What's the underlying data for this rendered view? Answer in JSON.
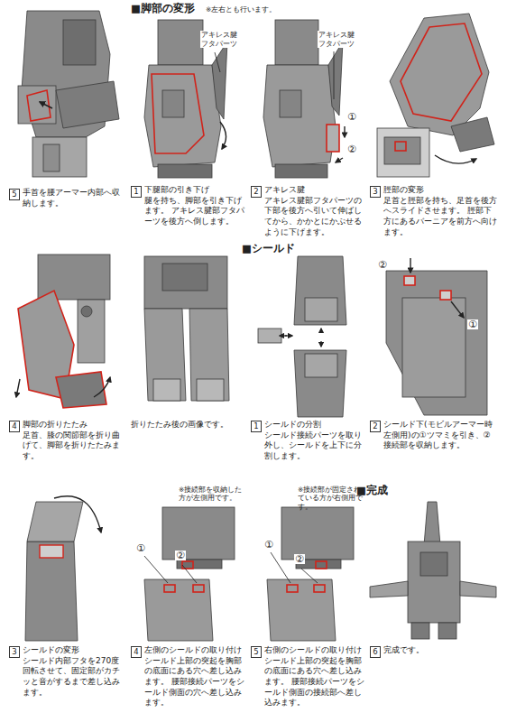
{
  "diagram": {
    "nodes": [
      {
        "text": [
          "5",
          "手首を腰アーマー内部へ収納します。"
        ]
      },
      {
        "text": [
          "1",
          "下腿部の引き下げ",
          "腿を持ち、脚部を引き下げます。 アキレス腱部フタパーツを後方へ倒します。"
        ]
      },
      {
        "text": [
          "2",
          "アキレス腱",
          "アキレス腱部フタパーツの下部を後方へ引いて伸ばしてから、かかとにかぶせるように下げます。"
        ]
      },
      {
        "text": [
          "3",
          "脛部の変形",
          "足首と脛部を持ち、足首を後方へスライドさせます。 脛部下方にあるバーニアを前方へ向けます。"
        ]
      },
      {
        "text": [
          "4",
          "脚部の折りたたみ",
          "足首、膝の関節部を折り曲げて、脚部を折りたたみます。"
        ]
      },
      {
        "text": [
          "折りたたみ後の画像です。"
        ]
      },
      {
        "text": [
          "1",
          "シールドの分割",
          "シールド接続パーツを取り外し、シールドを上下に分割します。"
        ]
      },
      {
        "text": [
          "2",
          "シールド下(モビルアーマー時左側用)の①ツマミを引き、②接続部を収納します。"
        ]
      },
      {
        "text": [
          "3",
          "シールドの変形",
          "シールド内部フタを270度回転させて、固定部がカチッと音がするまで差し込みます。"
        ]
      },
      {
        "text": [
          "4",
          "左側のシールドの取り付け",
          "シールド上部の突起を胸部の底面にある穴へ差し込みます。 腰部接続パーツをシールド側面の穴へ差し込みます。"
        ]
      },
      {
        "text": [
          "5",
          "右側のシールドの取り付け",
          "シールド上部の突起を胸部の底面にある穴へ差し込みます。 腰部接続パーツをシールド側面の接続部へ差し込みます。"
        ]
      },
      {
        "text": [
          "6",
          "完成です。"
        ]
      }
    ],
    "labels": [
      "■脚部の変形",
      "※左右とも行います。",
      "アキレス腱 フタパーツ",
      "アキレス腱 フタパーツ",
      "①",
      "②",
      "■シールド",
      "②",
      "①",
      "※接続部を収納した方が左側用です。",
      "①",
      "②",
      "※接続部が固定されている方が右側用です。",
      "①",
      "②",
      "■完成"
    ]
  }
}
